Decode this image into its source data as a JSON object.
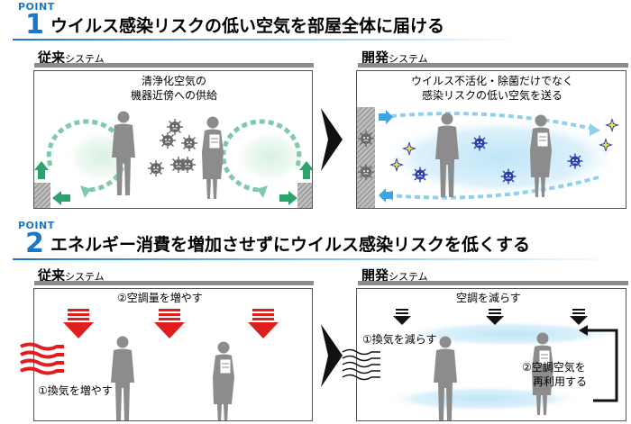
{
  "point1": {
    "label": "POINT",
    "number": "1",
    "title": "ウイルス感染リスクの低い空気を部屋全体に届ける",
    "conventional": {
      "label": "従来",
      "suffix": "システム",
      "caption_line1": "清浄化空気の",
      "caption_line2": "機器近傍への供給"
    },
    "developed": {
      "label": "開発",
      "suffix": "システム",
      "caption_line1": "ウイルス不活化・除菌だけでなく",
      "caption_line2": "感染リスクの低い空気を送る"
    }
  },
  "point2": {
    "label": "POINT",
    "number": "2",
    "title": "エネルギー消費を増加させずにウイルス感染リスクを低くする",
    "conventional": {
      "label": "従来",
      "suffix": "システム",
      "aircon_text": "②空調量を増やす",
      "ventilation_text": "①換気を増やす"
    },
    "developed": {
      "label": "開発",
      "suffix": "システム",
      "aircon_text": "空調を減らす",
      "ventilation_text": "①換気を減らす",
      "reuse_line1": "②空調空気を",
      "reuse_line2": "再利用する"
    }
  },
  "colors": {
    "accent_blue": "#1b78c8",
    "conventional_air_green": "#7fcaa8",
    "developed_air_blue": "#6cc2e8",
    "increase_red": "#e01e1e",
    "person_gray": "#8c8c8c"
  }
}
